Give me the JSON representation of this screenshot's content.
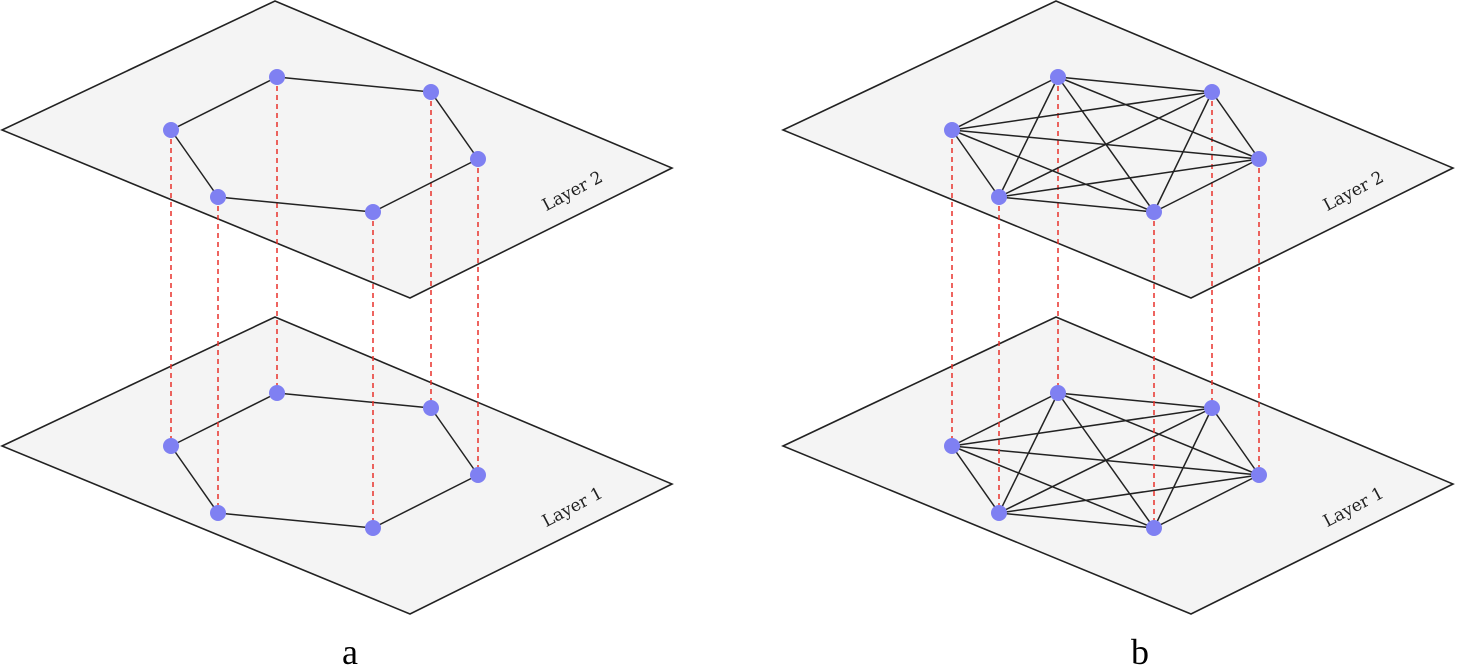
{
  "colors": {
    "node": "#7f80f2",
    "intra_edge": "#222222",
    "inter_edge": "#e8312b",
    "plane_fill": "#f4f4f4"
  },
  "panels": [
    {
      "label": "a",
      "layers": [
        {
          "label": "Layer 2",
          "nodes": 6,
          "topology": "cycle"
        },
        {
          "label": "Layer 1",
          "nodes": 6,
          "topology": "cycle"
        }
      ]
    },
    {
      "label": "b",
      "layers": [
        {
          "label": "Layer 2",
          "nodes": 6,
          "topology": "complete"
        },
        {
          "label": "Layer 1",
          "nodes": 6,
          "topology": "complete"
        }
      ]
    }
  ]
}
